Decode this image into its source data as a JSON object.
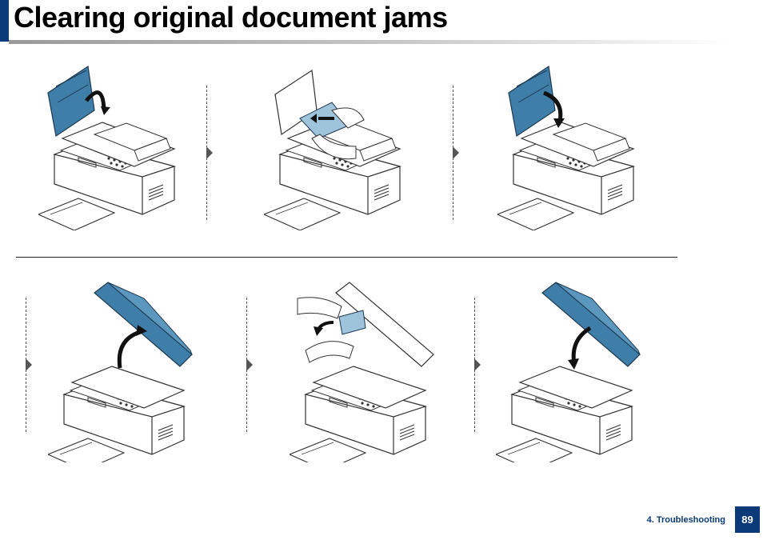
{
  "page": {
    "title": "Clearing original document jams",
    "chapter": "4. Troubleshooting",
    "page_number": "89"
  },
  "colors": {
    "brand": "#0a3b78",
    "cover_blue": "#3f7ea8",
    "line": "#333333"
  },
  "steps_row1": [
    {
      "icon": "printer-open-adf-lift-icon"
    },
    {
      "icon": "printer-pull-jammed-paper-icon"
    },
    {
      "icon": "printer-close-adf-cover-icon"
    }
  ],
  "steps_row2": [
    {
      "icon": "printer-open-scanner-lid-icon"
    },
    {
      "icon": "printer-remove-paper-from-glass-icon"
    },
    {
      "icon": "printer-close-scanner-lid-icon"
    }
  ]
}
